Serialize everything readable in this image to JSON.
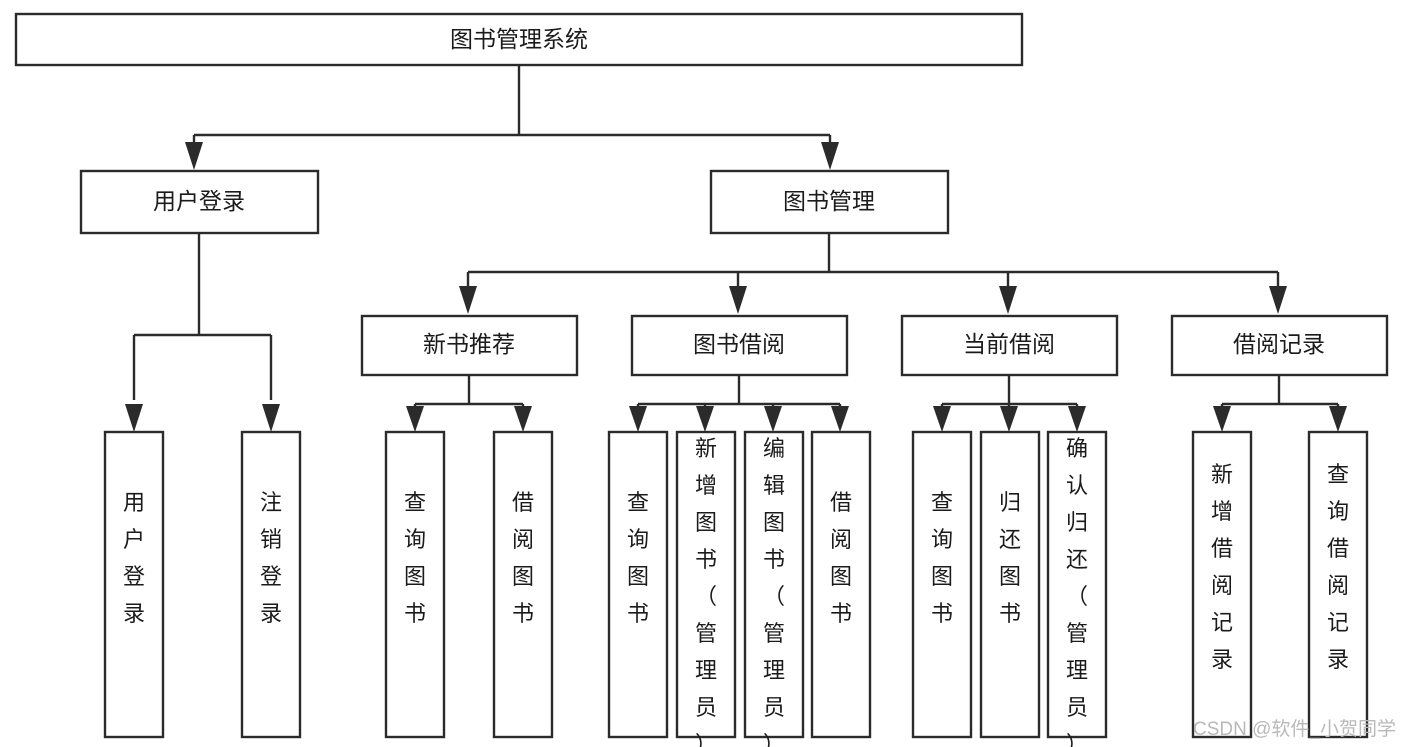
{
  "diagram": {
    "type": "tree-hierarchy-chart",
    "title": "图书管理系统",
    "orientation": "top-down",
    "colors": {
      "box_stroke": "#2b2b2b",
      "box_fill": "#ffffff",
      "connector": "#2b2b2b",
      "text": "#1b1b1b",
      "watermark": "#b9b9b9",
      "background": "#ffffff"
    },
    "root": {
      "id": "root",
      "label": "图书管理系统"
    },
    "level2": [
      {
        "id": "l2-0",
        "label": "用户登录"
      },
      {
        "id": "l2-1",
        "label": "图书管理"
      }
    ],
    "level3": [
      {
        "id": "l3-0",
        "label": "新书推荐",
        "parent": "l2-1"
      },
      {
        "id": "l3-1",
        "label": "图书借阅",
        "parent": "l2-1"
      },
      {
        "id": "l3-2",
        "label": "当前借阅",
        "parent": "l2-1"
      },
      {
        "id": "l3-3",
        "label": "借阅记录",
        "parent": "l2-1"
      }
    ],
    "leaves": {
      "user_login": [
        {
          "id": "leaf-0",
          "label": "用户登录"
        },
        {
          "id": "leaf-1",
          "label": "注销登录"
        }
      ],
      "new_book_recommend": [
        {
          "id": "leaf-2",
          "label": "查询图书"
        },
        {
          "id": "leaf-3",
          "label": "借阅图书"
        }
      ],
      "book_borrow": [
        {
          "id": "leaf-4",
          "label": "查询图书"
        },
        {
          "id": "leaf-5",
          "label": "新增图书（管理员）"
        },
        {
          "id": "leaf-6",
          "label": "编辑图书（管理员）"
        },
        {
          "id": "leaf-7",
          "label": "借阅图书"
        }
      ],
      "current_borrow": [
        {
          "id": "leaf-8",
          "label": "查询图书"
        },
        {
          "id": "leaf-9",
          "label": "归还图书"
        },
        {
          "id": "leaf-10",
          "label": "确认归还（管理员）"
        }
      ],
      "borrow_record": [
        {
          "id": "leaf-11",
          "label": "新增借阅记录"
        },
        {
          "id": "leaf-12",
          "label": "查询借阅记录"
        }
      ]
    },
    "watermark": "CSDN @软件_小贺同学"
  }
}
